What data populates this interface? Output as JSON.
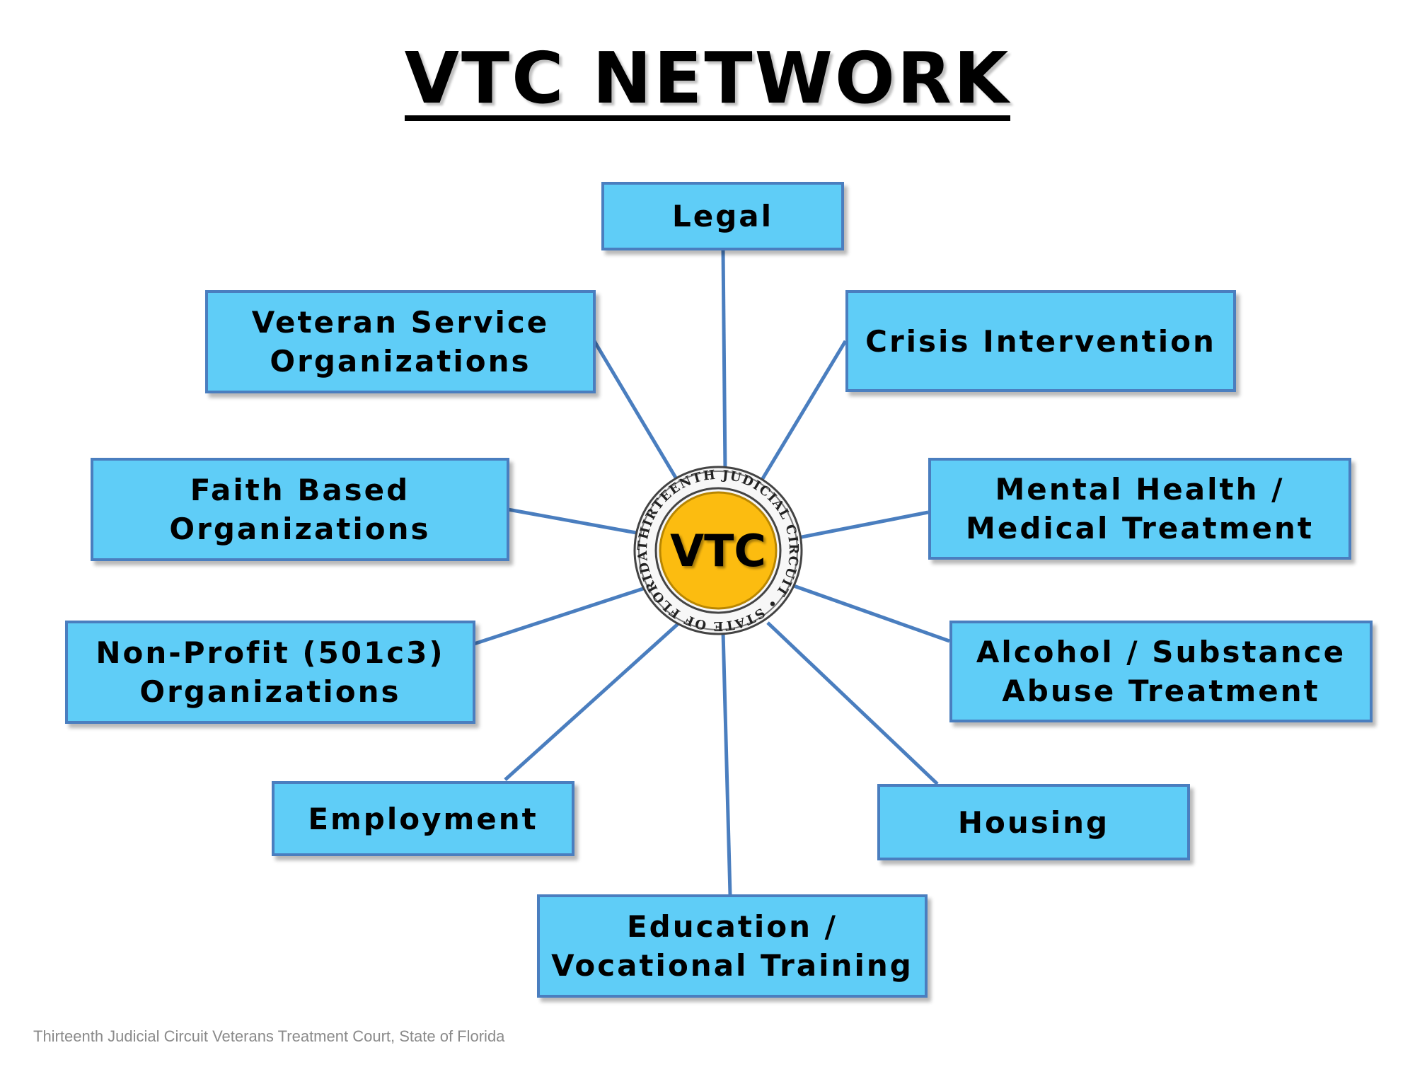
{
  "title": "VTC NETWORK",
  "hub": {
    "label": "VTC",
    "seal_text": "THIRTEENTH JUDICIAL CIRCUIT • STATE OF FLORIDA •",
    "fill_color": "#fcbc10"
  },
  "nodes": [
    {
      "id": "legal",
      "label": "Legal"
    },
    {
      "id": "crisis",
      "label": "Crisis Intervention"
    },
    {
      "id": "mental",
      "label": "Mental Health /\nMedical Treatment"
    },
    {
      "id": "alcohol",
      "label": "Alcohol / Substance\nAbuse Treatment"
    },
    {
      "id": "housing",
      "label": "Housing"
    },
    {
      "id": "education",
      "label": "Education /\nVocational Training"
    },
    {
      "id": "employment",
      "label": "Employment"
    },
    {
      "id": "nonprofit",
      "label": "Non-Profit (501c3)\nOrganizations"
    },
    {
      "id": "faith",
      "label": "Faith Based\nOrganizations"
    },
    {
      "id": "veteran",
      "label": "Veteran Service\nOrganizations"
    }
  ],
  "colors": {
    "node_fill": "#5fcdf7",
    "node_border": "#4a7ebf",
    "line": "#4a7ebf"
  },
  "footer": "Thirteenth Judicial Circuit Veterans Treatment Court, State of Florida"
}
